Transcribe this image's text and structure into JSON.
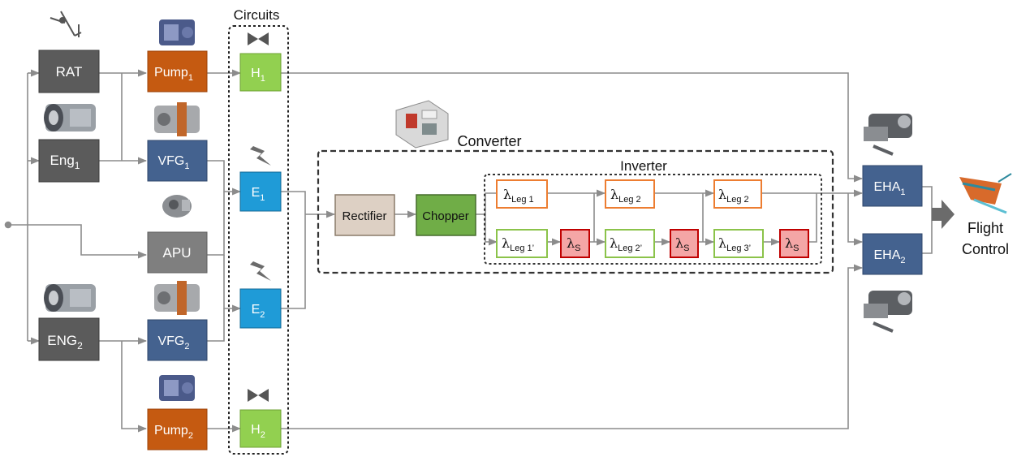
{
  "labels": {
    "circuits": "Circuits",
    "converter": "Converter",
    "inverter": "Inverter",
    "flight_control_line1": "Flight",
    "flight_control_line2": "Control"
  },
  "blocks": {
    "rat": "RAT",
    "eng1": "Eng",
    "eng1_sub": "1",
    "apu": "APU",
    "eng2": "ENG",
    "eng2_sub": "2",
    "pump1": "Pump",
    "pump1_sub": "1",
    "vfg1": "VFG",
    "vfg1_sub": "1",
    "vfg2": "VFG",
    "vfg2_sub": "2",
    "pump2": "Pump",
    "pump2_sub": "2",
    "h1": "H",
    "h1_sub": "1",
    "e1": "E",
    "e1_sub": "1",
    "e2": "E",
    "e2_sub": "2",
    "h2": "H",
    "h2_sub": "2",
    "rectifier": "Rectifier",
    "chopper": "Chopper",
    "eha1": "EHA",
    "eha1_sub": "1",
    "eha2": "EHA",
    "eha2_sub": "2"
  },
  "inverter_legs": {
    "symbol": "λ",
    "leg1": "Leg 1",
    "leg2": "Leg 2",
    "leg3": "Leg 2",
    "leg1p": "Leg 1’",
    "leg2p": "Leg 2’",
    "leg3p": "Leg 3’",
    "switch_sub": "S"
  },
  "colors": {
    "source_gray": "#5b5b5b",
    "apu_gray": "#7f7f7f",
    "pump_orange": "#c55a11",
    "vfg_blue": "#44628f",
    "hydraulic_green": "#92d050",
    "electric_blue": "#1f9bd7",
    "rectifier_beige": "#ddd0c4",
    "chopper_green": "#70ad47",
    "leg_orange": "#ed7d31",
    "leg_green": "#8bc34a",
    "switch_red": "#f4a6a6",
    "eha_blue": "#44628f",
    "line_gray": "#8c8c8c"
  },
  "icons": [
    "rat-turbine-icon",
    "engine-icon",
    "pump-icon",
    "generator-icon",
    "apu-icon",
    "valve-icon",
    "lightning-icon",
    "converter-device-icon",
    "actuator-icon",
    "flight-control-surface-icon"
  ]
}
